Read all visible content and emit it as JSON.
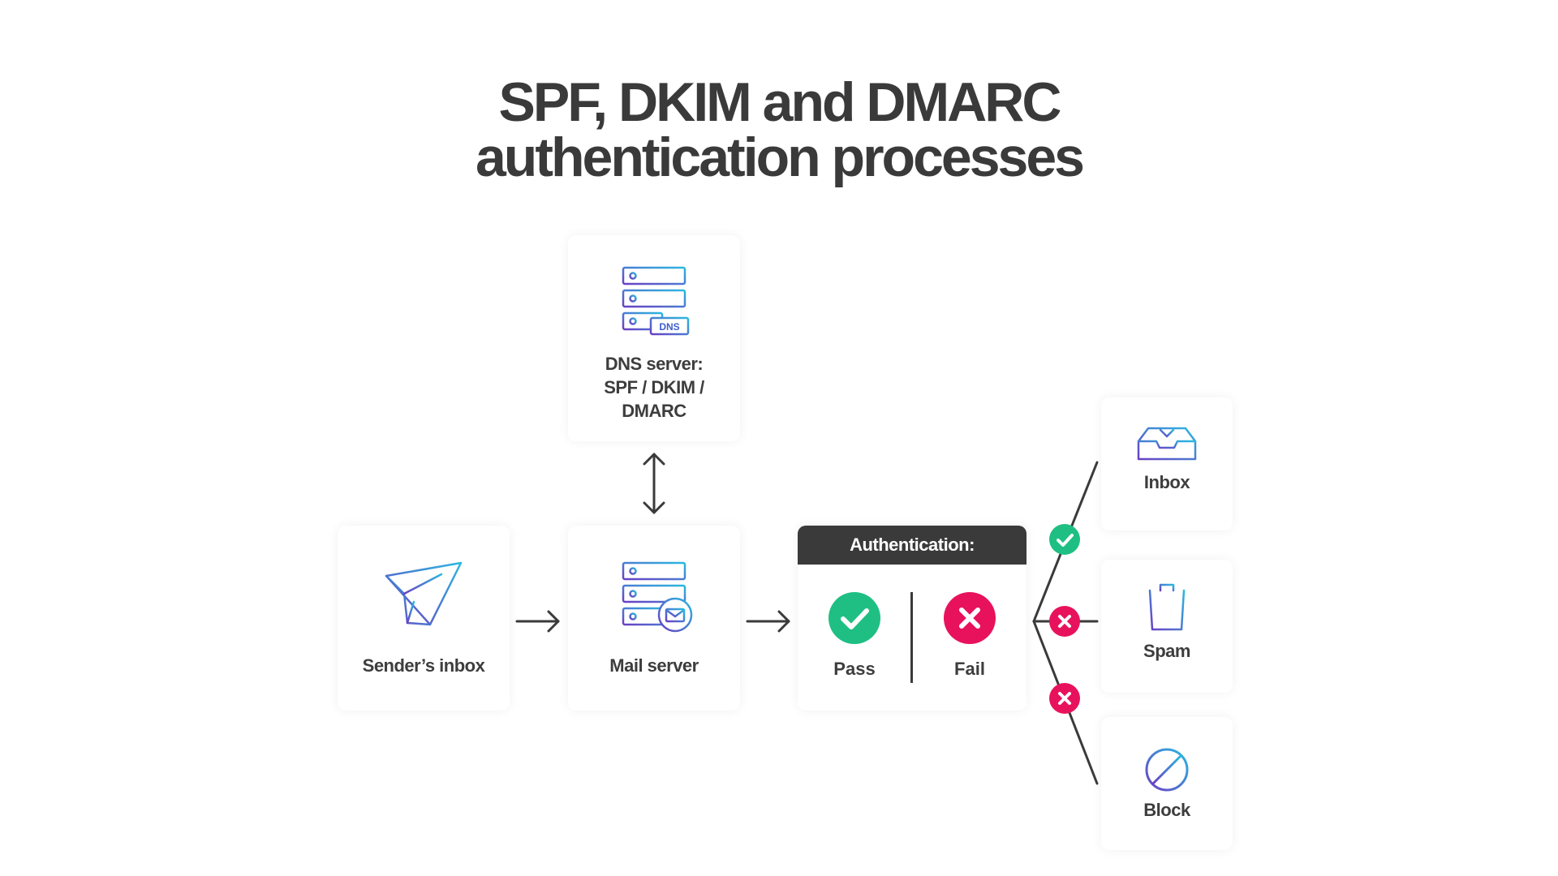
{
  "title": {
    "line1": "SPF, DKIM and DMARC",
    "line2": "authentication processes"
  },
  "nodes": {
    "dns": {
      "line1": "DNS server:",
      "line2": "SPF / DKIM /",
      "line3": "DMARC",
      "icon": "dns-server-icon",
      "badge": "DNS"
    },
    "sender": {
      "label": "Sender’s inbox",
      "icon": "paper-plane-icon"
    },
    "mail": {
      "label": "Mail server",
      "icon": "mail-server-icon"
    },
    "authentication": {
      "header": "Authentication:",
      "pass_label": "Pass",
      "fail_label": "Fail"
    },
    "inbox": {
      "label": "Inbox",
      "icon": "inbox-tray-icon"
    },
    "spam": {
      "label": "Spam",
      "icon": "trash-can-icon"
    },
    "block": {
      "label": "Block",
      "icon": "block-icon"
    }
  },
  "colors": {
    "text": "#3a3a3a",
    "pass_green": "#1fbf83",
    "fail_pink": "#e8125c",
    "icon_gradient_start": "#6a3fc4",
    "icon_gradient_end": "#2bb8e0"
  }
}
